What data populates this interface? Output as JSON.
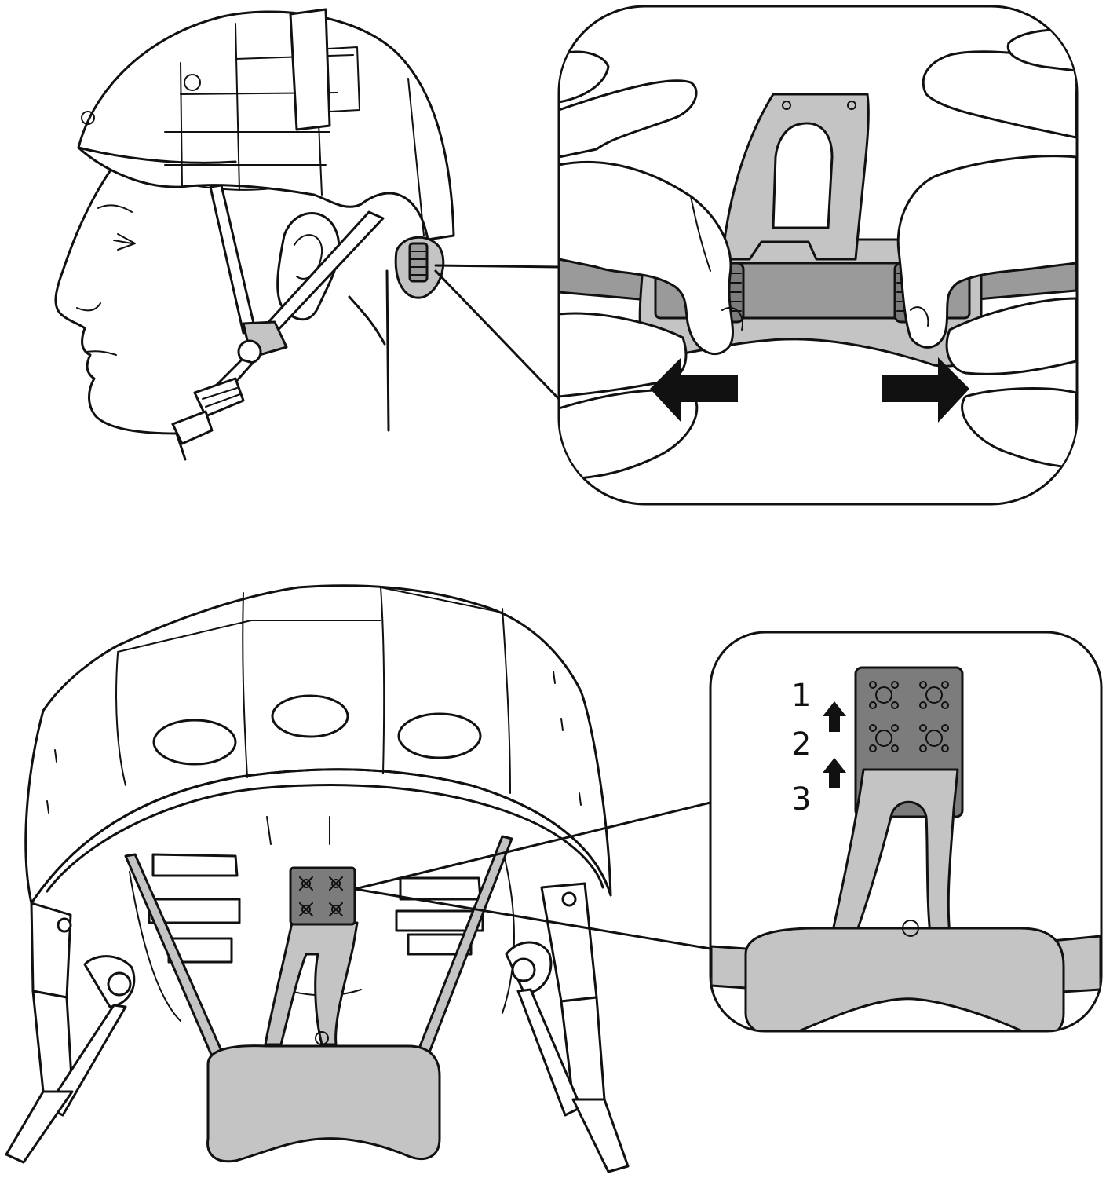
{
  "steps": {
    "step_1": "1",
    "step_2": "2",
    "step_3": "3"
  },
  "colors": {
    "ink": "#111111",
    "pad_light_gray": "#c4c4c4",
    "strap_gray": "#9a9a9a",
    "adjuster_dark_gray": "#7c7c7c"
  },
  "icons": {
    "arrow_left": "arrow-left-icon",
    "arrow_right": "arrow-right-icon",
    "arrow_up": "arrow-up-icon"
  }
}
